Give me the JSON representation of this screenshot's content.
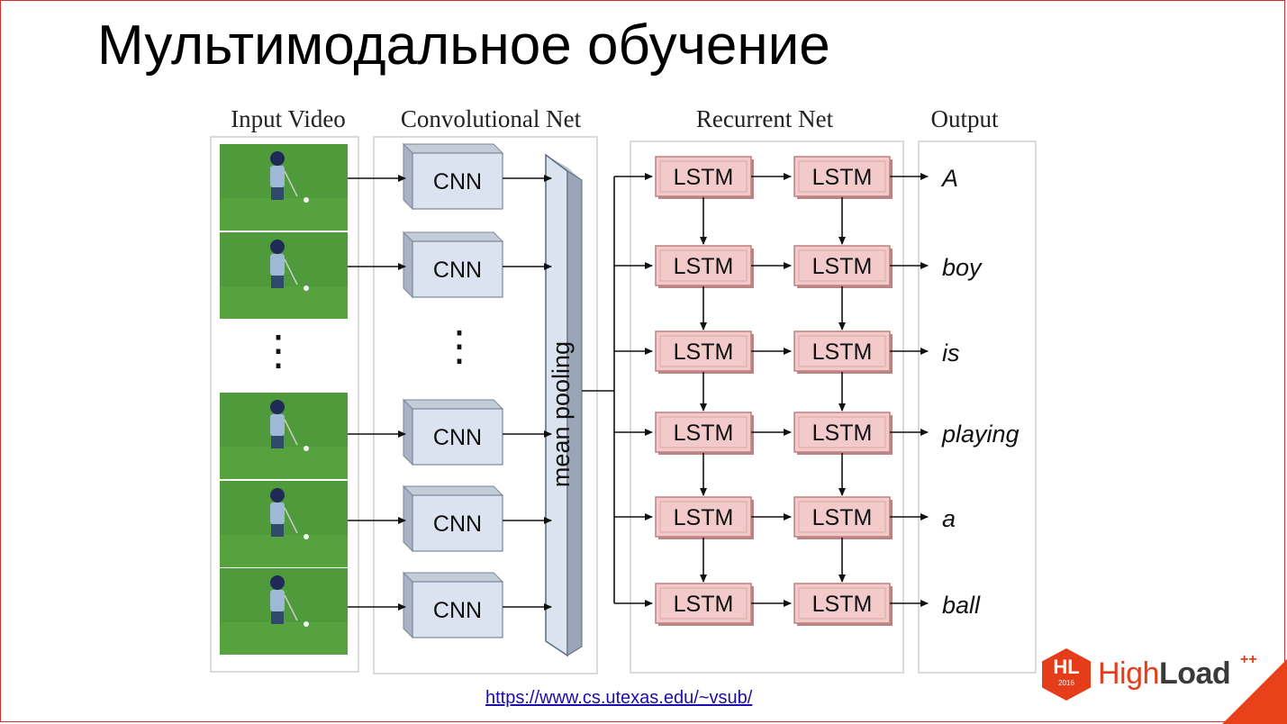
{
  "slide": {
    "title": "Мультимодальное обучение",
    "source_link": "https://www.cs.utexas.edu/~vsub/"
  },
  "diagram": {
    "column_headers": [
      "Input Video",
      "Convolutional Net",
      "Recurrent Net",
      "Output"
    ],
    "cnn_label": "CNN",
    "pooling_label": "mean pooling",
    "lstm_label": "LSTM",
    "ellipsis": "⋮",
    "output_words": [
      "A",
      "boy",
      "is",
      "playing",
      "a",
      "ball"
    ]
  },
  "logo": {
    "mark": "HL",
    "year": "2016",
    "word_part_1": "High",
    "word_part_2": "Load",
    "superscript": "++"
  },
  "colors": {
    "lstm_fill": "#f2caca",
    "lstm_border": "#c08080",
    "cnn_fill": "#dbe3f0",
    "grass": "#4f9a3a",
    "brand": "#e53c19"
  }
}
